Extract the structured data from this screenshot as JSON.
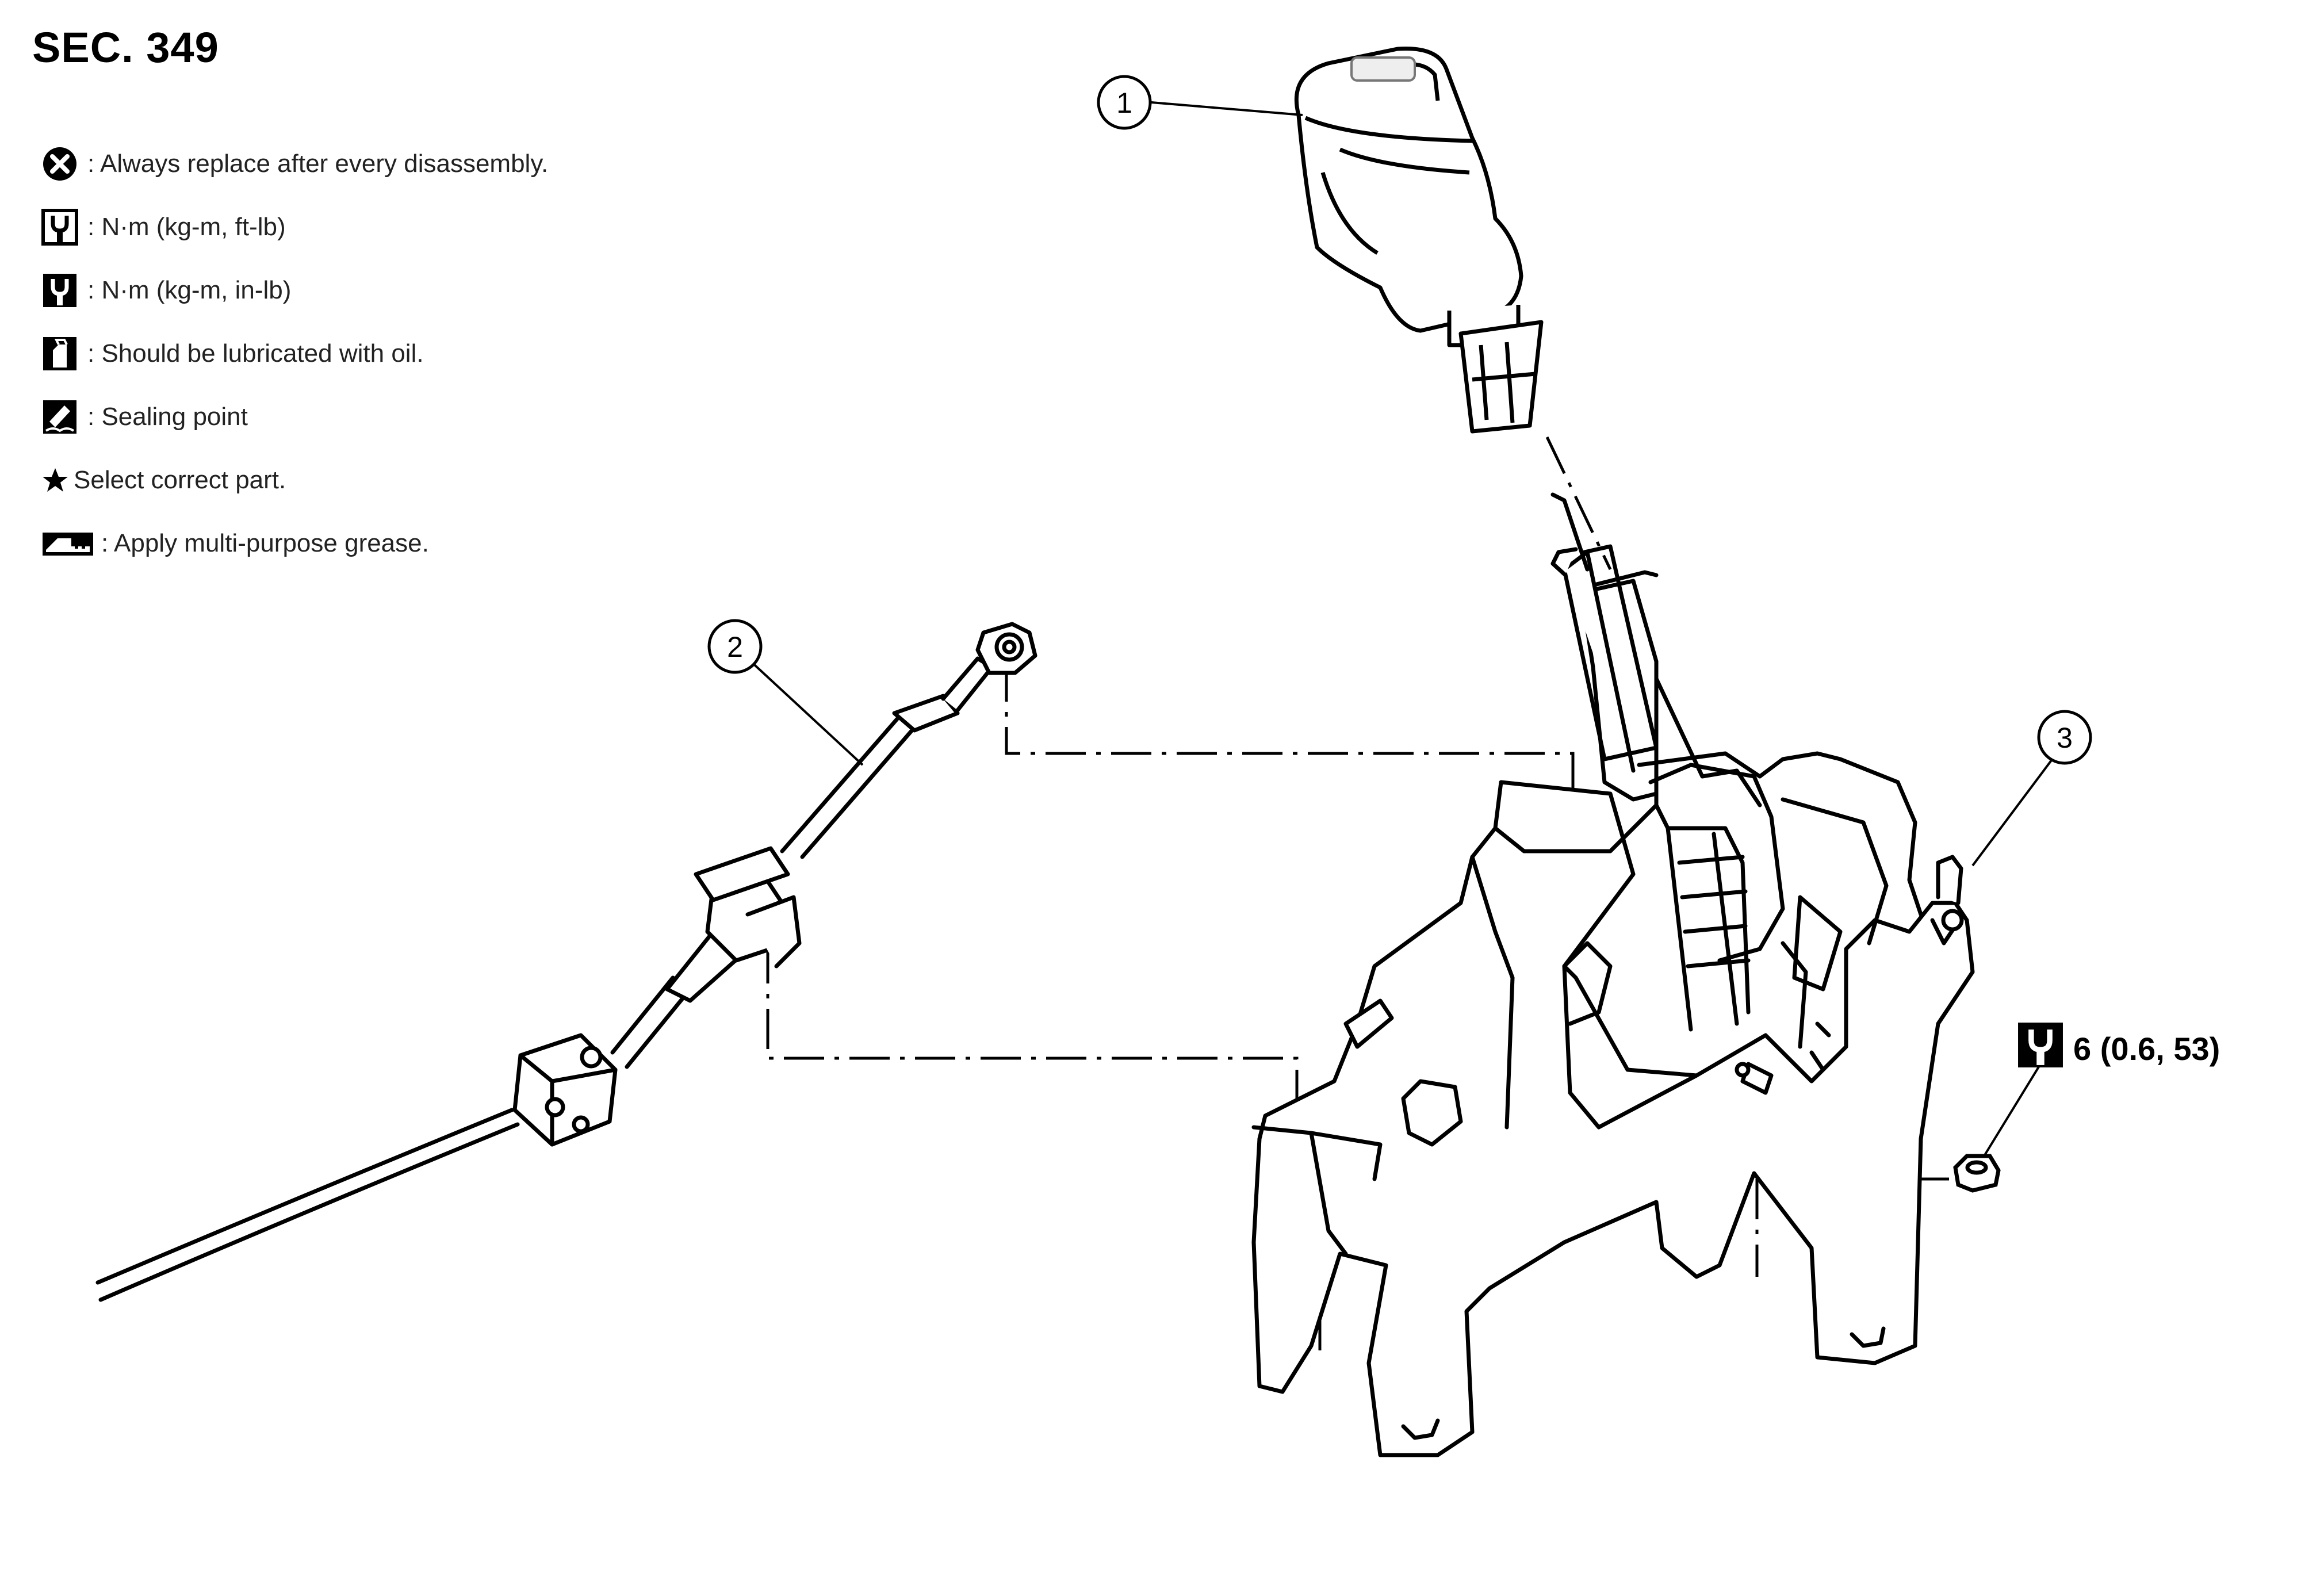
{
  "section": "SEC. 349",
  "legend": [
    {
      "icon": "always-replace-icon",
      "text": ": Always replace after every disassembly."
    },
    {
      "icon": "torque-ftlb-icon",
      "text": ": N·m (kg-m, ft-lb)"
    },
    {
      "icon": "torque-inlb-icon",
      "text": ": N·m (kg-m, in-lb)"
    },
    {
      "icon": "lubricate-oil-icon",
      "text": ": Should be lubricated with oil."
    },
    {
      "icon": "sealing-point-icon",
      "text": ": Sealing point"
    },
    {
      "icon": "star-icon",
      "text": "Select correct part."
    },
    {
      "icon": "grease-icon",
      "text": ": Apply multi-purpose grease."
    }
  ],
  "callouts": [
    {
      "number": "1"
    },
    {
      "number": "2"
    },
    {
      "number": "3"
    }
  ],
  "torque": {
    "icon": "torque-inlb-icon",
    "value": "6 (0.6, 53)"
  }
}
